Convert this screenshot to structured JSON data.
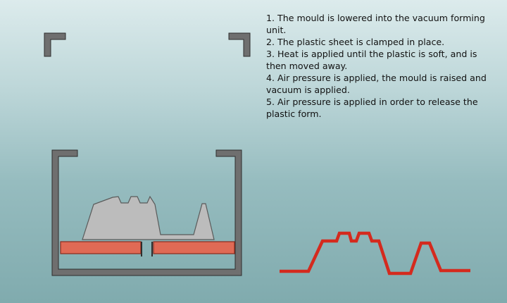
{
  "steps": [
    {
      "number": "1.",
      "text": "The mould is lowered into the vacuum forming unit."
    },
    {
      "number": "2.",
      "text": "The plastic sheet is clamped in place."
    },
    {
      "number": "3.",
      "text": "Heat is applied until the plastic is soft, and is then moved away."
    },
    {
      "number": "4.",
      "text": "Air pressure is applied, the mould is raised and vacuum is applied."
    },
    {
      "number": "5.",
      "text": "Air pressure is applied in order to release the plastic form."
    }
  ],
  "colors": {
    "frame": "#6f6f6f",
    "frame_edge": "#2e2e2e",
    "mould": "#bcbcbc",
    "mould_edge": "#5a5a5a",
    "platen": "#e06a55",
    "platen_edge": "#8a2a1c",
    "plastic_form": "#d42a1e"
  }
}
